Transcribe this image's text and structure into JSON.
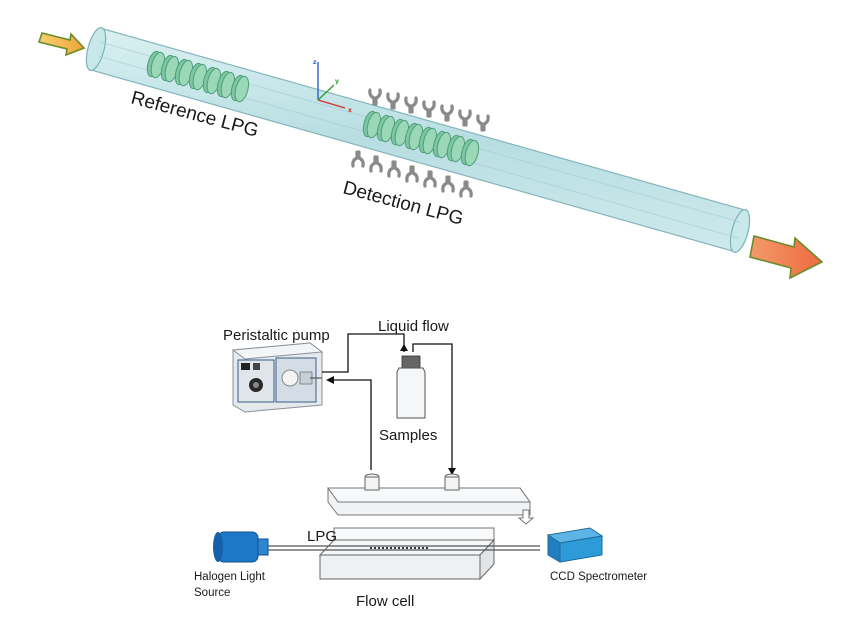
{
  "top": {
    "reference_label": "Reference LPG",
    "detection_label": "Detection LPG",
    "axes": {
      "x": "x",
      "y": "y",
      "z": "z"
    }
  },
  "bottom": {
    "pump_label": "Peristaltic pump",
    "liquid_flow_label": "Liquid flow",
    "samples_label": "Samples",
    "lpg_label": "LPG",
    "light_source_line1": "Halogen Light",
    "light_source_line2": "Source",
    "flow_cell_label": "Flow cell",
    "spectrometer_label": "CCD Spectrometer"
  },
  "colors": {
    "fiber_fill": "#bfe3e6",
    "grating_fill": "#8fd0b0",
    "in_arrow": "#f0b040",
    "out_arrow": "#f07a50",
    "light_source": "#1d78c8",
    "spectrometer": "#2d9bd8"
  }
}
